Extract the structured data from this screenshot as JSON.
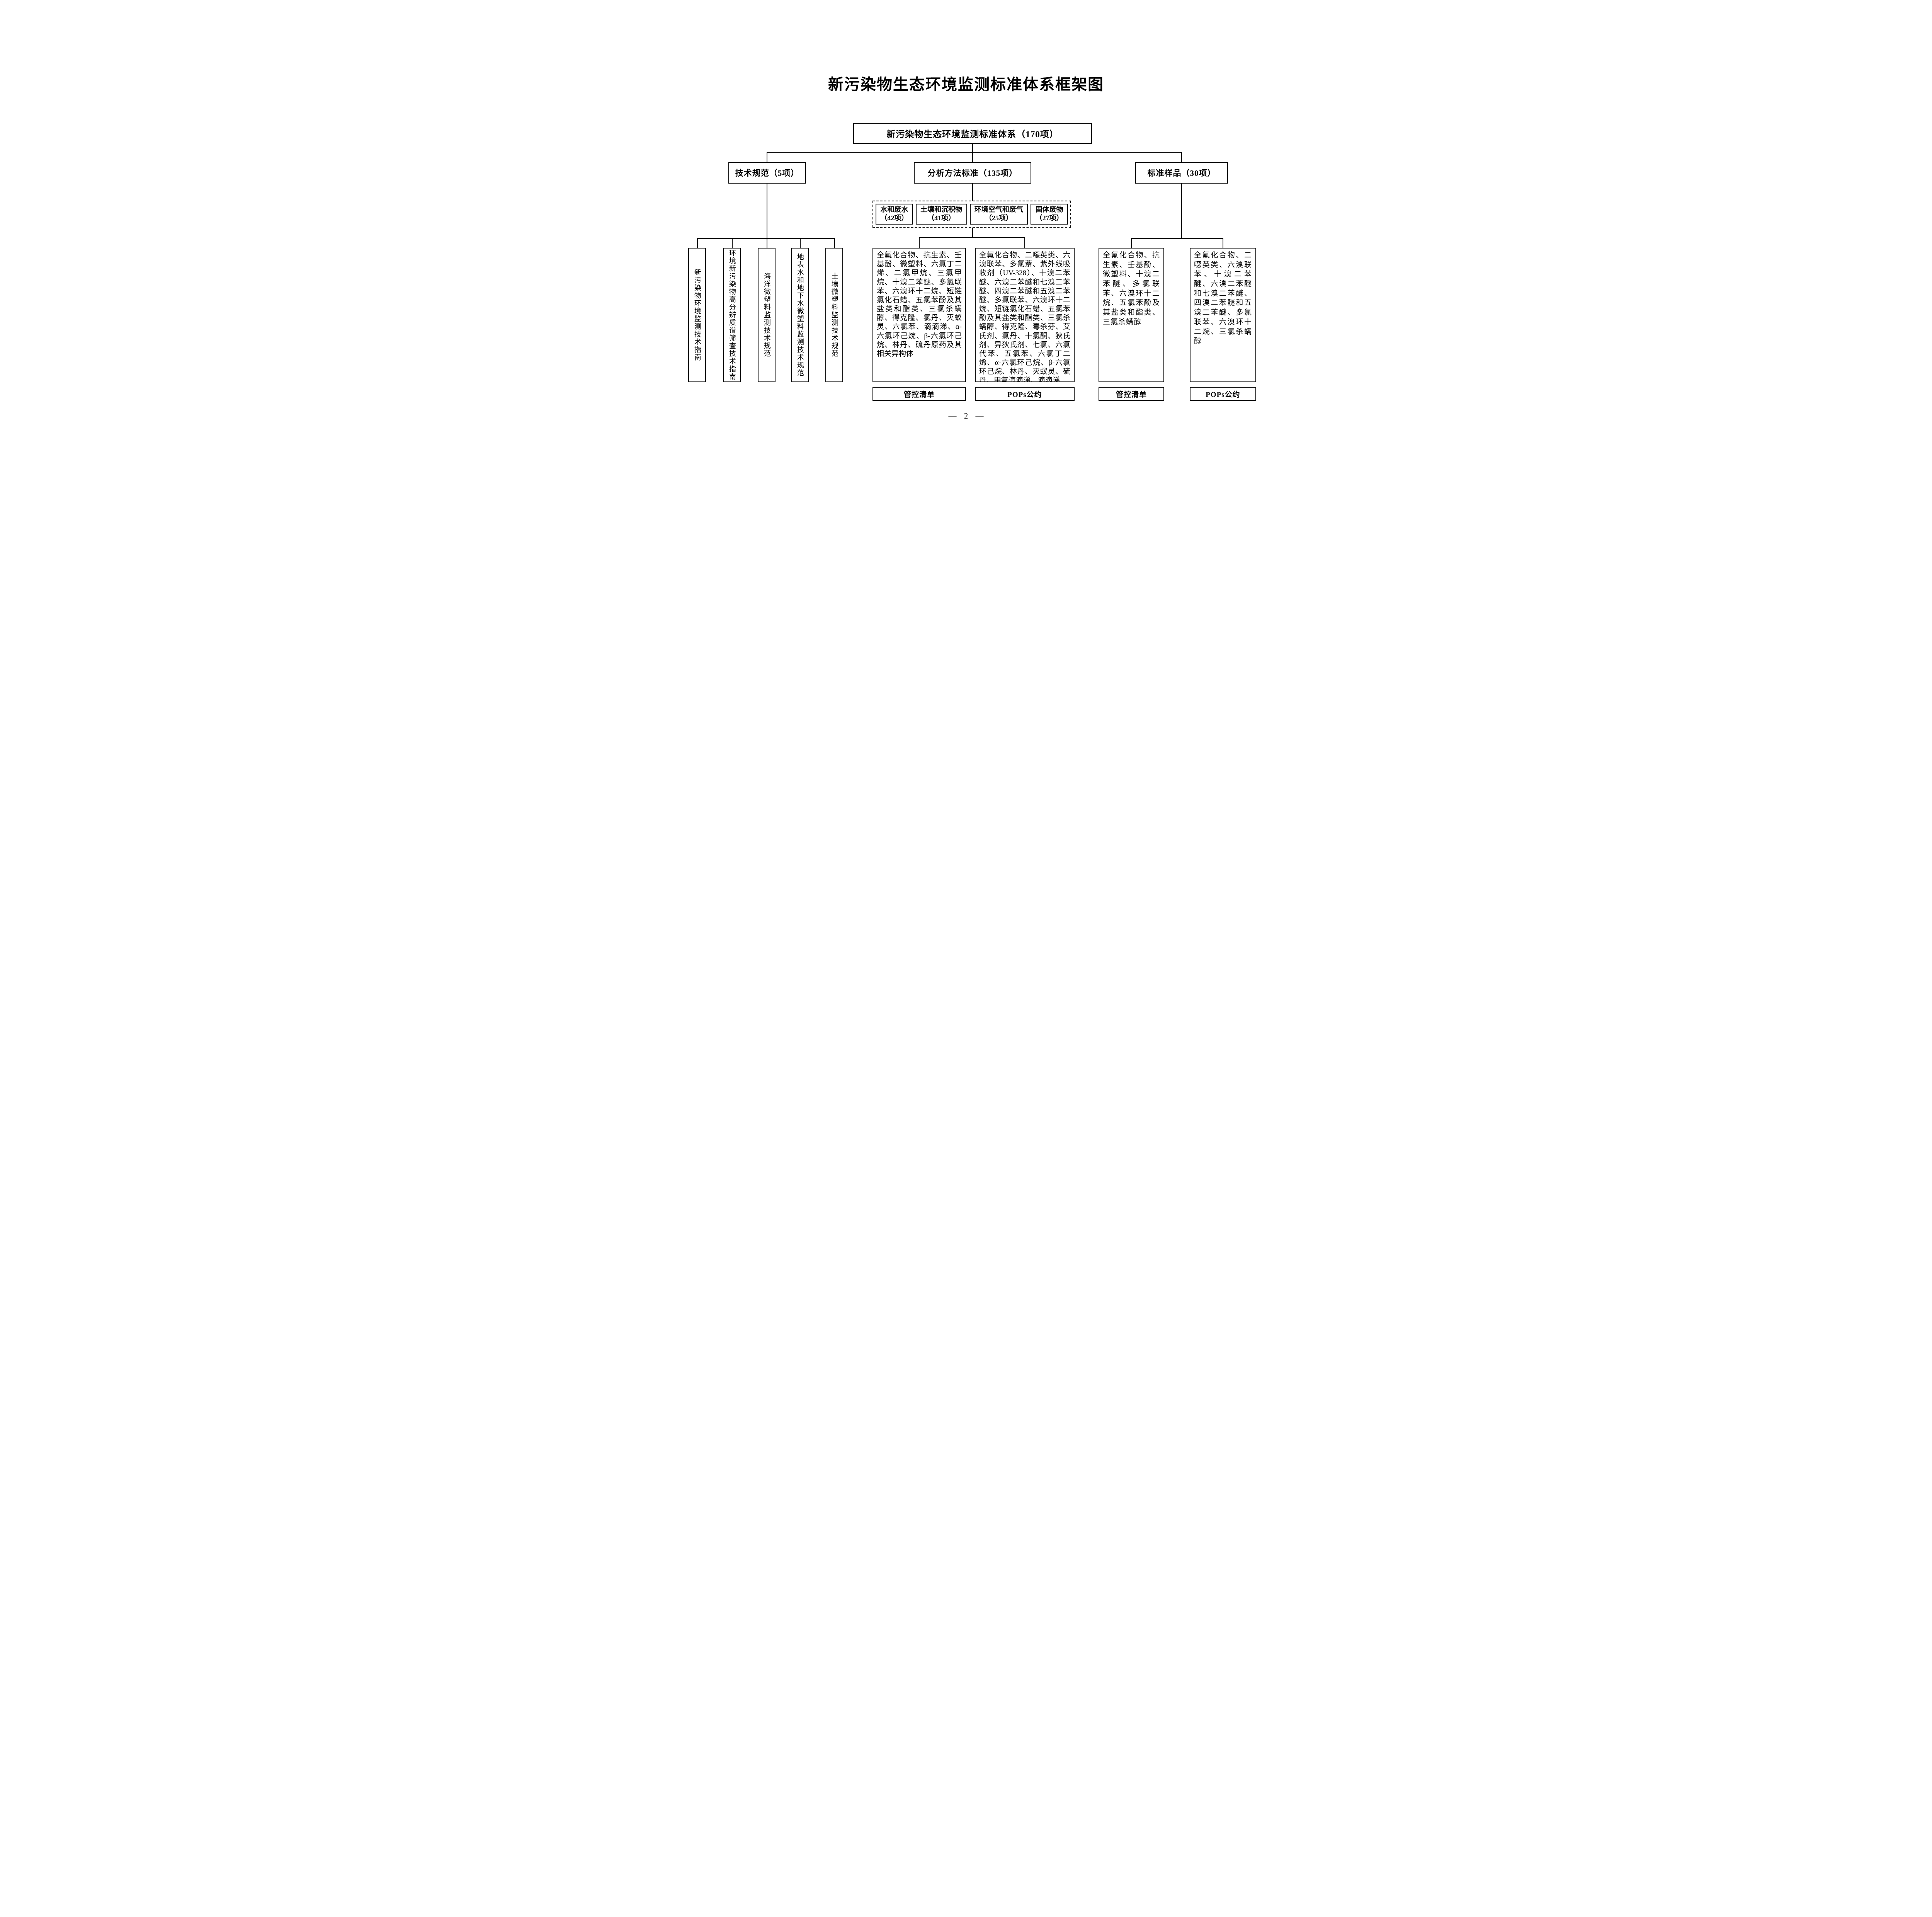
{
  "page": {
    "title": "新污染物生态环境监测标准体系框架图",
    "page_number": "— 2 —"
  },
  "root": {
    "label": "新污染物生态环境监测标准体系（170项）"
  },
  "tech": {
    "label": "技术规范（5项）",
    "items": [
      "新污染物环境监测技术指南",
      "环境新污染物高分辨质谱筛查技术指南",
      "海洋微塑料监测技术规范",
      "地表水和地下水微塑料监测技术规范",
      "土壤微塑料监测技术规范"
    ]
  },
  "method": {
    "label": "分析方法标准（135项）",
    "media": [
      {
        "name": "水和废水",
        "count": "（42项）"
      },
      {
        "name": "土壤和沉积物",
        "count": "（41项）"
      },
      {
        "name": "环境空气和废气",
        "count": "（25项）"
      },
      {
        "name": "固体废物",
        "count": "（27项）"
      }
    ],
    "control_list": {
      "content": "全氟化合物、抗生素、壬基酚、微塑料、六氯丁二烯、二氯甲烷、三氯甲烷、十溴二苯醚、多氯联苯、六溴环十二烷、短链氯化石蜡、五氯苯酚及其盐类和酯类、三氯杀螨醇、得克隆、氯丹、灭蚁灵、六氯苯、滴滴涕、α-六氯环己烷、β-六氯环己烷、林丹、硫丹原药及其相关异构体",
      "label": "管控清单"
    },
    "pops": {
      "content": "全氟化合物、二噁英类、六溴联苯、多氯萘、紫外线吸收剂（UV-328）、十溴二苯醚、六溴二苯醚和七溴二苯醚、四溴二苯醚和五溴二苯醚、多氯联苯、六溴环十二烷、短链氯化石蜡、五氯苯酚及其盐类和酯类、三氯杀螨醇、得克隆、毒杀芬、艾氏剂、氯丹、十氯酮、狄氏剂、异狄氏剂、七氯、六氯代苯、五氯苯、六氯丁二烯、α-六氯环己烷、β-六氯环己烷、林丹、灭蚁灵、硫丹、甲氧滴滴涕、滴滴涕",
      "label": "POPs公约"
    }
  },
  "sample": {
    "label": "标准样品（30项）",
    "control_list": {
      "content": "全氟化合物、抗生素、壬基酚、微塑料、十溴二苯醚、多氯联苯、六溴环十二烷、五氯苯酚及其盐类和酯类、三氯杀螨醇",
      "label": "管控清单"
    },
    "pops": {
      "content": "全氟化合物、二噁英类、六溴联苯、十溴二苯醚、六溴二苯醚和七溴二苯醚、四溴二苯醚和五溴二苯醚、多氯联苯、六溴环十二烷、三氯杀螨醇",
      "label": "POPs公约"
    }
  }
}
